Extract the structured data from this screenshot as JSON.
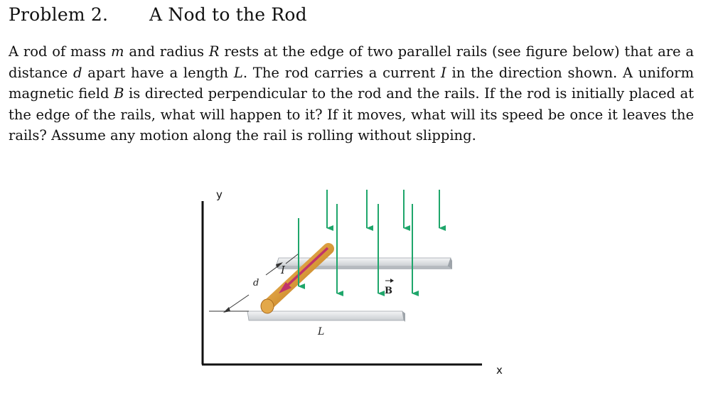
{
  "header": {
    "problem_label": "Problem 2.",
    "title": "A Nod to the Rod"
  },
  "body_text": {
    "s1": "A rod of mass ",
    "m": "m",
    "s2": " and radius ",
    "R": "R",
    "s3": " rests at the edge of two parallel rails (see figure below) that are a distance ",
    "d": "d",
    "s4": " apart have a length ",
    "L": "L",
    "s5": ". The rod carries a current ",
    "I": "I",
    "s6": " in the direction shown. A uniform magnetic field ",
    "B": "B",
    "s7": " is directed perpendicular to the rod and the rails. If the rod is initially placed at the edge of the rails, what will happen to it? If it moves, what will its speed be once it leaves the rails? Assume any motion along the rail is rolling without slipping."
  },
  "figure": {
    "axis_y": "y",
    "axis_x": "x",
    "label_d": "d",
    "label_I": "I",
    "label_L": "L",
    "label_B": "B",
    "colors": {
      "field_arrow": "#1fa66b",
      "rod": "#d79a3a",
      "current_arrow": "#c0336a",
      "rail": "#d0d4d8"
    }
  }
}
